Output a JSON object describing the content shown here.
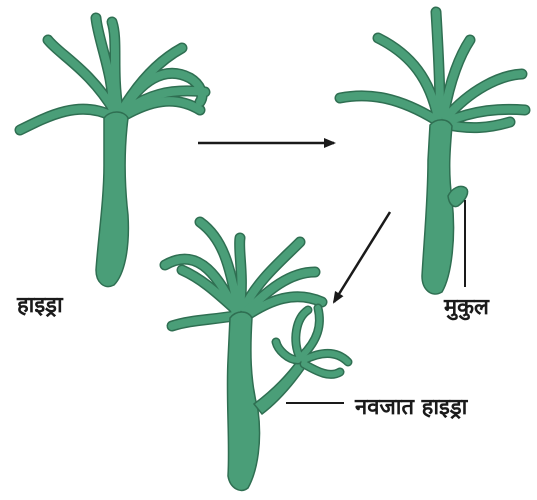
{
  "labels": {
    "hydra": "हाइड्रा",
    "bud": "मुकुल",
    "new_hydra": "नवजात हाइड्रा"
  },
  "colors": {
    "body": "#4a9e78",
    "outline": "#2f6f52",
    "line": "#1a1a1a"
  }
}
